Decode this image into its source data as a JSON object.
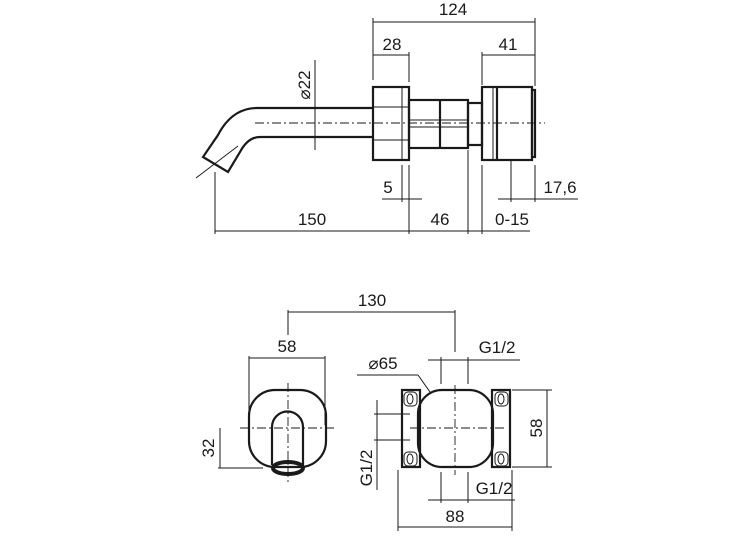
{
  "side_view": {
    "dim_total_length": "124",
    "dim_spout_flange": "28",
    "dim_body": "41",
    "dim_diameter": "⌀22",
    "dim_gap": "5",
    "dim_offset": "17,6",
    "dim_projection": "150",
    "dim_mid": "46",
    "dim_adjust": "0-15"
  },
  "front_view": {
    "dim_centers": "130",
    "dim_plate_width": "58",
    "dim_outlet_height": "32"
  },
  "box_view": {
    "dim_diameter": "⌀65",
    "dim_thread_top": "G1/2",
    "dim_thread_bottom": "G1/2",
    "dim_thread_left": "G1/2",
    "dim_height": "58",
    "dim_width": "88"
  }
}
